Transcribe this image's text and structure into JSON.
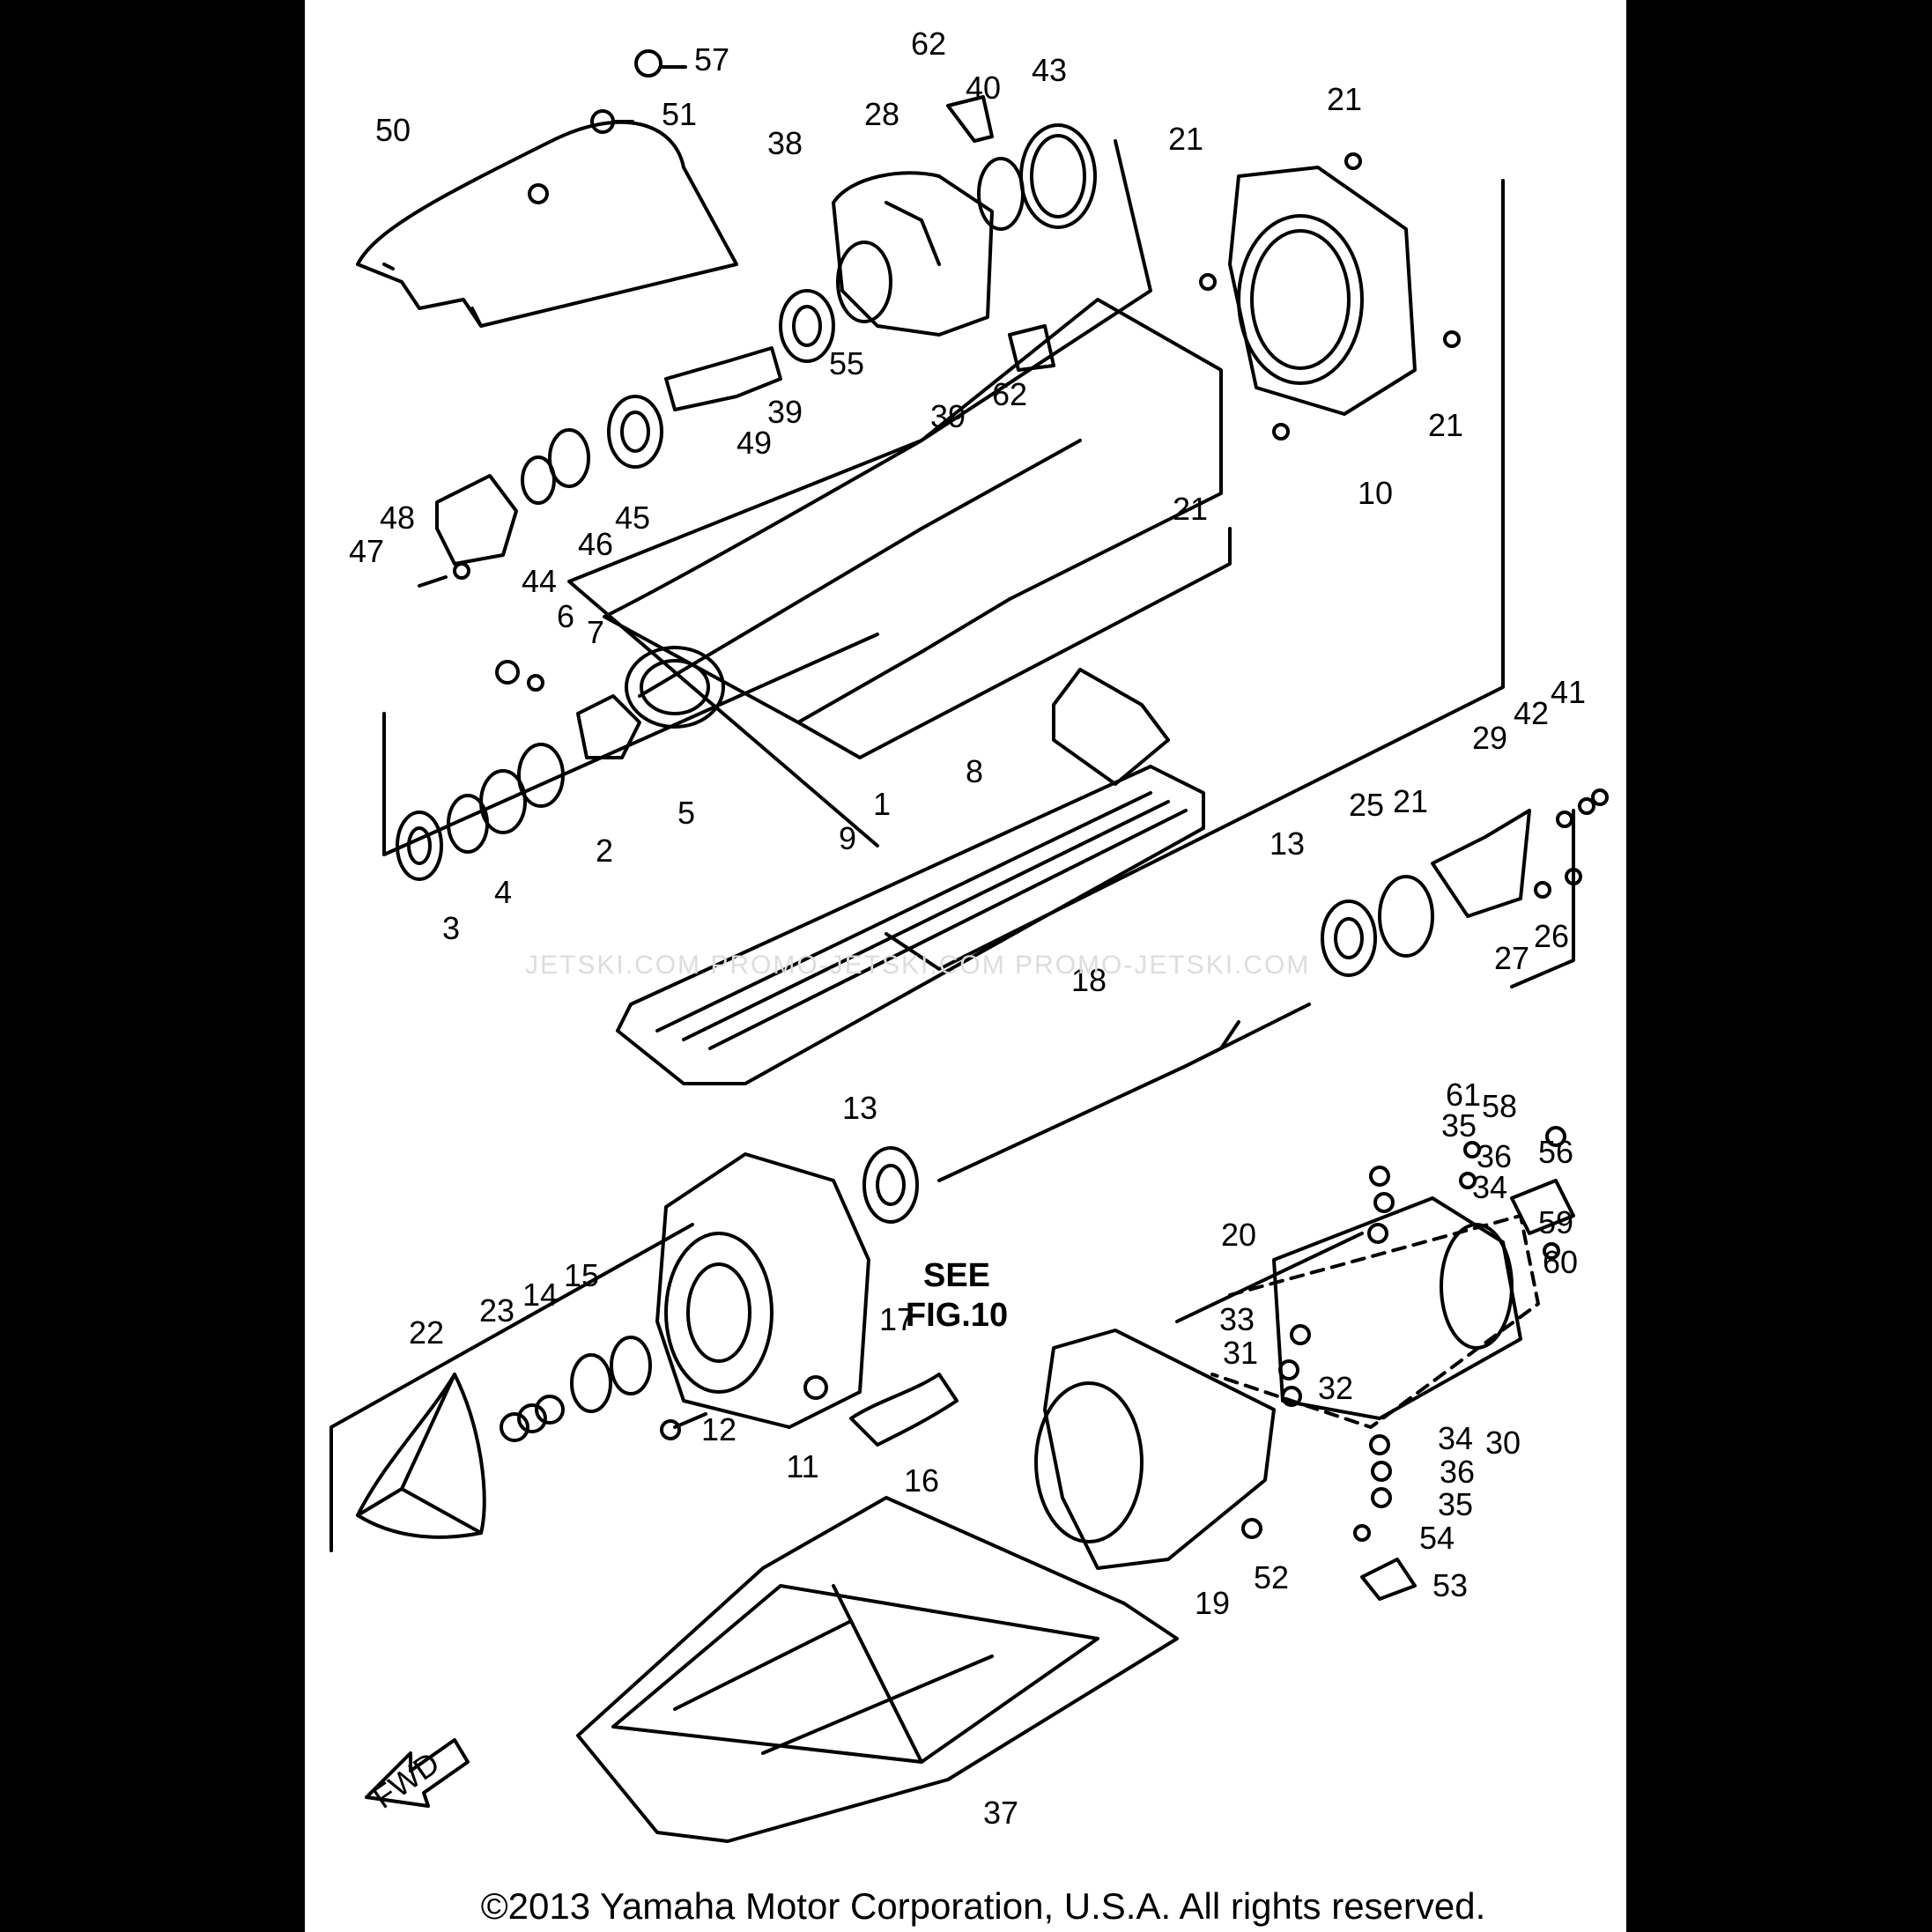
{
  "diagram": {
    "part_numbers": [
      "1",
      "2",
      "3",
      "4",
      "5",
      "6",
      "7",
      "8",
      "9",
      "10",
      "11",
      "12",
      "13",
      "14",
      "15",
      "16",
      "17",
      "18",
      "19",
      "20",
      "21",
      "22",
      "23",
      "25",
      "26",
      "27",
      "28",
      "29",
      "30",
      "31",
      "32",
      "33",
      "34",
      "35",
      "36",
      "37",
      "38",
      "39",
      "40",
      "41",
      "42",
      "43",
      "44",
      "45",
      "46",
      "47",
      "48",
      "49",
      "50",
      "51",
      "52",
      "53",
      "54",
      "55",
      "56",
      "57",
      "58",
      "59",
      "60",
      "61",
      "62"
    ],
    "see_note_line1": "SEE",
    "see_note_line2": "FIG.10",
    "fwd_label": "FWD",
    "watermark": "JETSKI.COM    PROMO-JETSKI.COM    PROMO-JETSKI.COM"
  },
  "copyright": "©2013 Yamaha Motor Corporation, U.S.A. All rights reserved."
}
